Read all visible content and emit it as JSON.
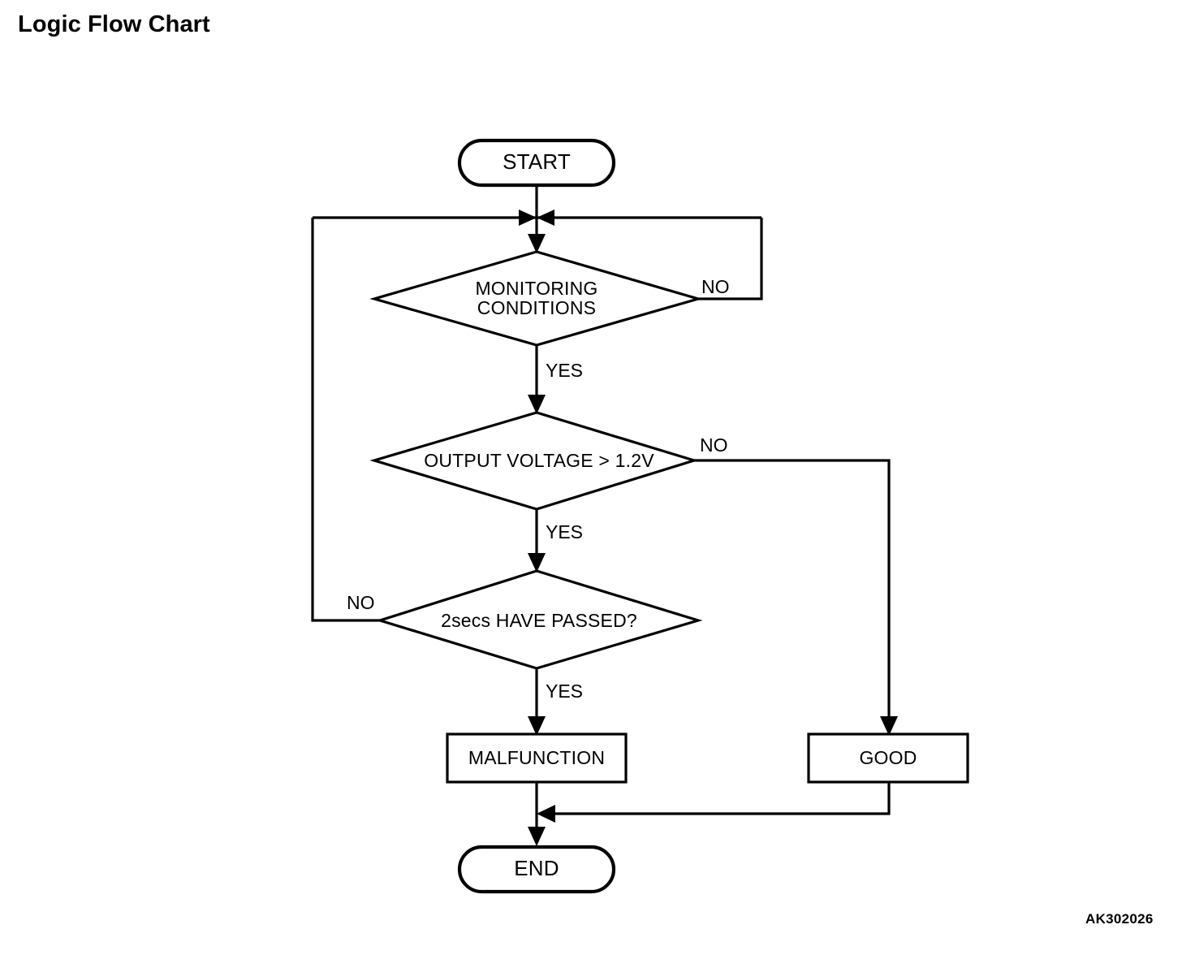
{
  "document": {
    "title": "Logic Flow Chart",
    "reference_code": "AK302026"
  },
  "chart_data": {
    "type": "diagram",
    "diagram_type": "flowchart",
    "title": "Logic Flow Chart",
    "orientation": "top-to-bottom",
    "nodes": [
      {
        "id": "start",
        "shape": "terminator",
        "label": "START"
      },
      {
        "id": "monitoring",
        "shape": "decision",
        "label": "MONITORING CONDITIONS",
        "label_line1": "MONITORING",
        "label_line2": "CONDITIONS"
      },
      {
        "id": "voltage",
        "shape": "decision",
        "label": "OUTPUT VOLTAGE > 1.2V"
      },
      {
        "id": "timer",
        "shape": "decision",
        "label": "2secs HAVE PASSED?"
      },
      {
        "id": "malfunction",
        "shape": "process",
        "label": "MALFUNCTION"
      },
      {
        "id": "good",
        "shape": "process",
        "label": "GOOD"
      },
      {
        "id": "end",
        "shape": "terminator",
        "label": "END"
      }
    ],
    "edges": [
      {
        "from": "start",
        "to": "monitoring",
        "label": ""
      },
      {
        "from": "monitoring",
        "to": "voltage",
        "label": "YES"
      },
      {
        "from": "monitoring",
        "to": "monitoring",
        "label": "NO",
        "route": "right-loop-back-to-input"
      },
      {
        "from": "voltage",
        "to": "timer",
        "label": "YES"
      },
      {
        "from": "voltage",
        "to": "good",
        "label": "NO",
        "route": "right-then-down"
      },
      {
        "from": "timer",
        "to": "malfunction",
        "label": "YES"
      },
      {
        "from": "timer",
        "to": "monitoring",
        "label": "NO",
        "route": "left-loop-back-to-input"
      },
      {
        "from": "malfunction",
        "to": "end",
        "label": ""
      },
      {
        "from": "good",
        "to": "end",
        "label": "",
        "route": "down-then-left-merge"
      }
    ],
    "edge_labels": {
      "monitoring_no": "NO",
      "monitoring_yes": "YES",
      "voltage_no": "NO",
      "voltage_yes": "YES",
      "timer_no": "NO",
      "timer_yes": "YES"
    },
    "colors": {
      "stroke": "#000000",
      "fill": "#ffffff",
      "text": "#000000"
    }
  }
}
